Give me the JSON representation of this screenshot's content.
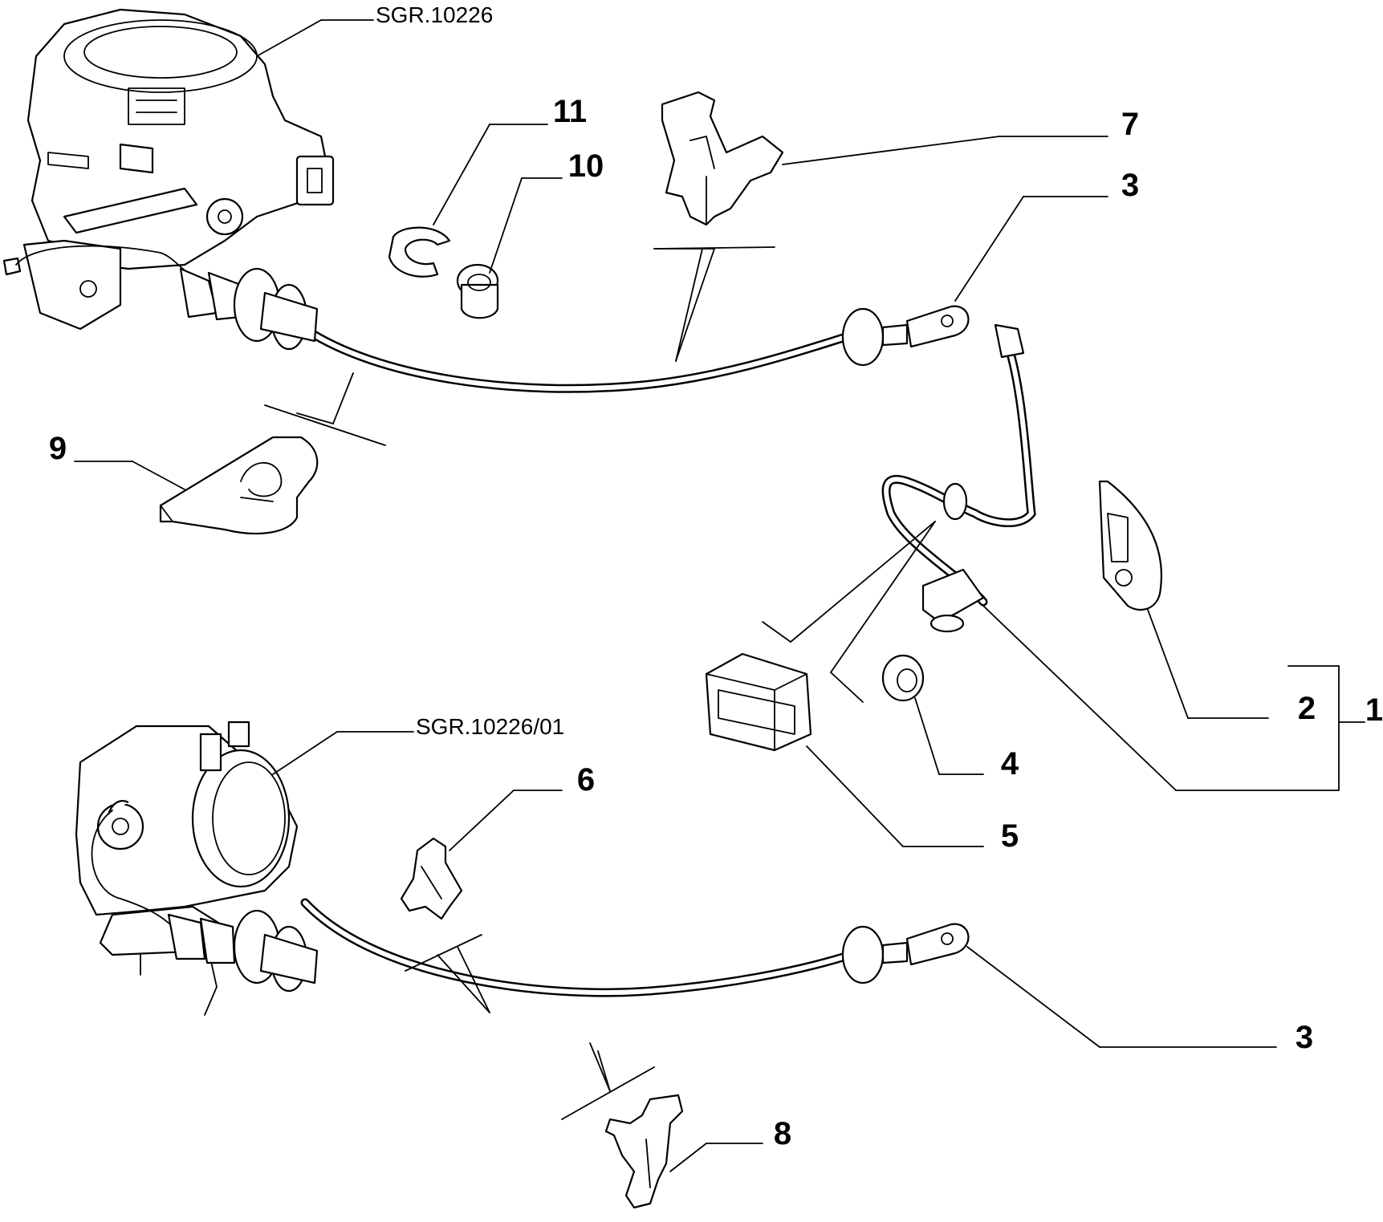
{
  "references": {
    "top_assembly": "SGR.10226",
    "bottom_assembly": "SGR.10226/01"
  },
  "callouts": {
    "n1": "1",
    "n2": "2",
    "n3_top": "3",
    "n3_bottom": "3",
    "n4": "4",
    "n5": "5",
    "n6": "6",
    "n7": "7",
    "n8": "8",
    "n9": "9",
    "n10": "10",
    "n11": "11"
  }
}
